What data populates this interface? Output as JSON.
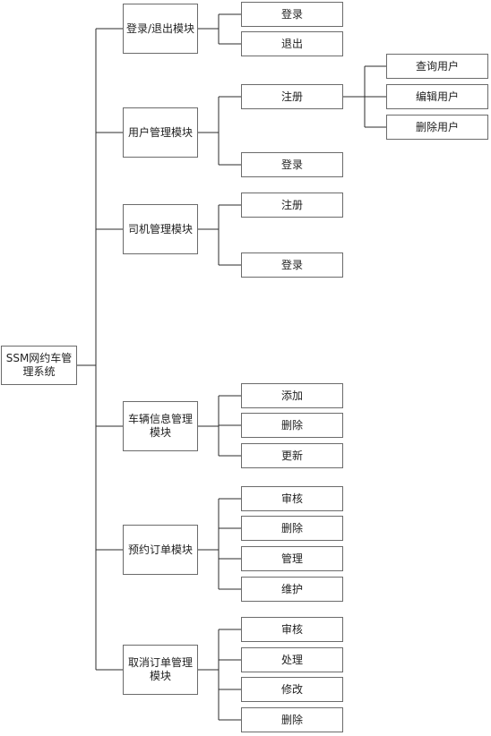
{
  "diagram": {
    "root": {
      "line1": "SSM网约车管",
      "line2": "理系统"
    },
    "modules": [
      {
        "label": "登录/退出模块",
        "children": [
          "登录",
          "退出"
        ]
      },
      {
        "label": "用户管理模块",
        "children": [
          "注册",
          "登录"
        ],
        "grandchildren": [
          "查询用户",
          "编辑用户",
          "删除用户"
        ]
      },
      {
        "label": "司机管理模块",
        "children": [
          "注册",
          "登录"
        ]
      },
      {
        "line1": "车辆信息管理",
        "line2": "模块",
        "children": [
          "添加",
          "删除",
          "更新"
        ]
      },
      {
        "label": "预约订单模块",
        "children": [
          "审核",
          "删除",
          "管理",
          "维护"
        ]
      },
      {
        "line1": "取消订单管理",
        "line2": "模块",
        "children": [
          "审核",
          "处理",
          "修改",
          "删除"
        ]
      }
    ]
  }
}
